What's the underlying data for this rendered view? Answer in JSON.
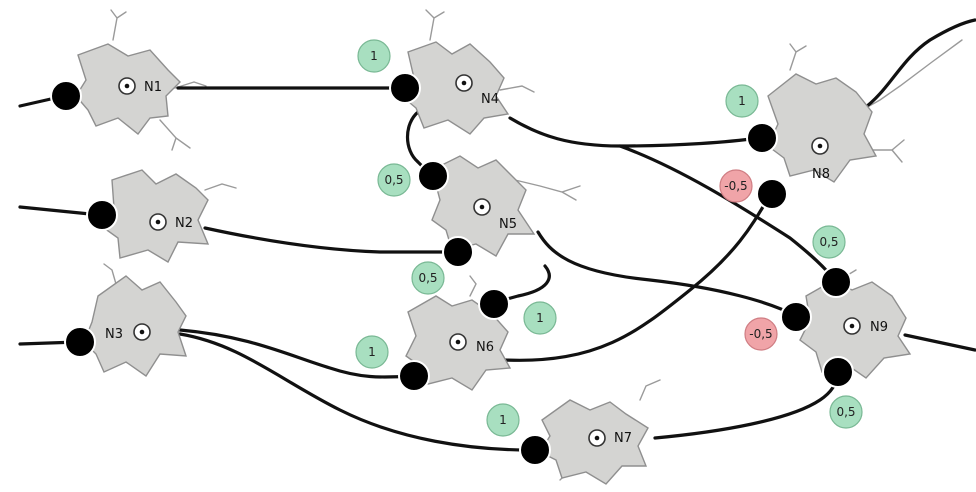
{
  "neurons": [
    {
      "id": "n1",
      "label": "N1"
    },
    {
      "id": "n2",
      "label": "N2"
    },
    {
      "id": "n3",
      "label": "N3"
    },
    {
      "id": "n4",
      "label": "N4"
    },
    {
      "id": "n5",
      "label": "N5"
    },
    {
      "id": "n6",
      "label": "N6"
    },
    {
      "id": "n7",
      "label": "N7"
    },
    {
      "id": "n8",
      "label": "N8"
    },
    {
      "id": "n9",
      "label": "N9"
    }
  ],
  "weights": [
    {
      "id": "w-n1-n4",
      "from": "N1",
      "to": "N4",
      "value": "1",
      "sign": "positive"
    },
    {
      "id": "w-n4-n5",
      "from": "N4",
      "to": "N5",
      "value": "0,5",
      "sign": "positive"
    },
    {
      "id": "w-n2-n5",
      "from": "N2",
      "to": "N5",
      "value": "0,5",
      "sign": "positive"
    },
    {
      "id": "w-n5-n6",
      "from": "N5",
      "to": "N6",
      "value": "1",
      "sign": "positive"
    },
    {
      "id": "w-n3-n6",
      "from": "N3",
      "to": "N6",
      "value": "1",
      "sign": "positive"
    },
    {
      "id": "w-n3-n7",
      "from": "N3",
      "to": "N7",
      "value": "1",
      "sign": "positive"
    },
    {
      "id": "w-n4-n8",
      "from": "N4",
      "to": "N8",
      "value": "1",
      "sign": "positive"
    },
    {
      "id": "w-n6-n8",
      "from": "N6",
      "to": "N8",
      "value": "-0,5",
      "sign": "negative"
    },
    {
      "id": "w-n4-n9",
      "from": "N4",
      "to": "N9",
      "value": "0,5",
      "sign": "positive"
    },
    {
      "id": "w-n5-n9",
      "from": "N5",
      "to": "N9",
      "value": "-0,5",
      "sign": "negative"
    },
    {
      "id": "w-n7-n9",
      "from": "N7",
      "to": "N9",
      "value": "0,5",
      "sign": "positive"
    }
  ],
  "colors": {
    "positive_weight": "#a8dfc0",
    "negative_weight": "#f0a4a8",
    "neuron_body": "#d4d4d2",
    "axon": "#111111"
  }
}
